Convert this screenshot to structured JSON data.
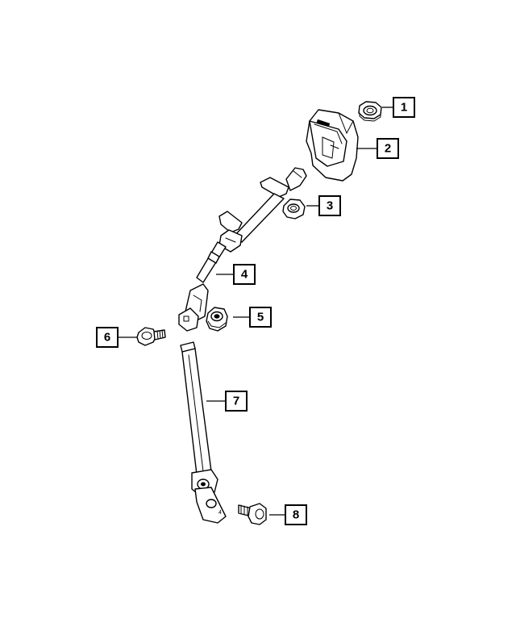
{
  "callouts": [
    {
      "id": "1",
      "label": "1"
    },
    {
      "id": "2",
      "label": "2"
    },
    {
      "id": "3",
      "label": "3"
    },
    {
      "id": "4",
      "label": "4"
    },
    {
      "id": "5",
      "label": "5"
    },
    {
      "id": "6",
      "label": "6"
    },
    {
      "id": "7",
      "label": "7"
    },
    {
      "id": "8",
      "label": "8"
    }
  ],
  "parts": {
    "yoke_mark": "4"
  },
  "colors": {
    "line": "#000000",
    "background": "#ffffff"
  }
}
